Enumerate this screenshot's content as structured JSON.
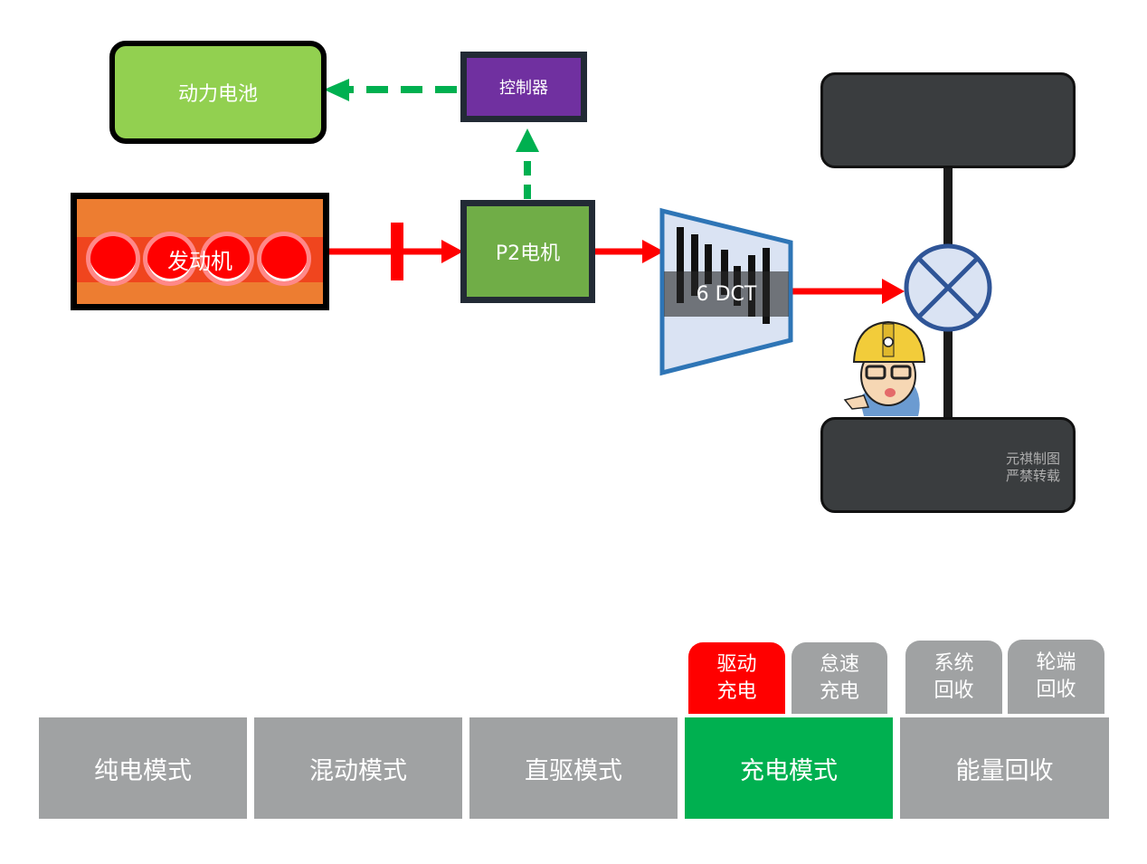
{
  "diagram": {
    "title": "P2 hybrid powertrain - charging mode (drive charging)",
    "nodes": {
      "battery": {
        "label": "动力电池",
        "color": "#92d050"
      },
      "controller": {
        "label": "控制器",
        "color": "#7030a0"
      },
      "engine": {
        "label": "发动机",
        "color": "#ed7d31",
        "cylinders": 4
      },
      "p2_motor": {
        "label": "P2电机",
        "color": "#70ad47"
      },
      "transmission": {
        "label": "6 DCT",
        "color": "#dae3f3"
      },
      "differential": {
        "label": "",
        "color": "#dae3f3"
      },
      "wheel_top": {
        "label": ""
      },
      "wheel_bottom": {
        "label": ""
      }
    },
    "edges": [
      {
        "from": "engine",
        "to": "p2_motor",
        "style": "solid",
        "color": "#ff0000",
        "has_clutch": true
      },
      {
        "from": "p2_motor",
        "to": "transmission",
        "style": "solid",
        "color": "#ff0000"
      },
      {
        "from": "transmission",
        "to": "differential",
        "style": "solid",
        "color": "#ff0000"
      },
      {
        "from": "p2_motor",
        "to": "controller",
        "style": "dashed",
        "color": "#00b050"
      },
      {
        "from": "controller",
        "to": "battery",
        "style": "dashed",
        "color": "#00b050"
      }
    ],
    "watermark": [
      "元祺制图",
      "严禁转载"
    ]
  },
  "mode_tabs": {
    "main": [
      {
        "label": "纯电模式",
        "active": false
      },
      {
        "label": "混动模式",
        "active": false
      },
      {
        "label": "直驱模式",
        "active": false
      },
      {
        "label": "充电模式",
        "active": true
      },
      {
        "label": "能量回收",
        "active": false
      }
    ],
    "sub_charging": [
      {
        "line1": "驱动",
        "line2": "充电",
        "active": true
      },
      {
        "line1": "怠速",
        "line2": "充电",
        "active": false
      }
    ],
    "sub_recovery": [
      {
        "line1": "系统",
        "line2": "回收",
        "active": false
      },
      {
        "line1": "轮端",
        "line2": "回收",
        "active": false
      }
    ]
  },
  "colors": {
    "active_main": "#00b050",
    "active_sub": "#ff0000",
    "inactive": "#a0a2a3"
  }
}
